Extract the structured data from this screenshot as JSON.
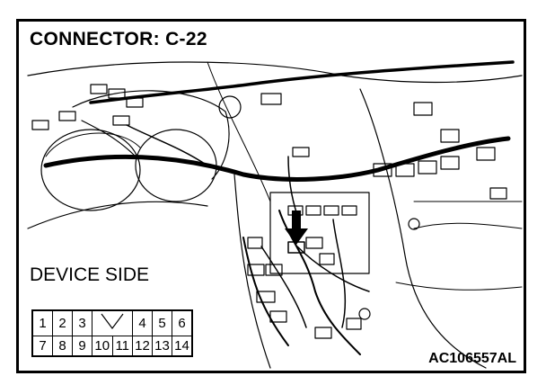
{
  "title": "CONNECTOR: C-22",
  "side_label": "DEVICE SIDE",
  "figure_code": "AC106557AL",
  "connector_pins": {
    "row1": [
      "1",
      "2",
      "3",
      "",
      "",
      "4",
      "5",
      "6"
    ],
    "row2": [
      "7",
      "8",
      "9",
      "10",
      "11",
      "12",
      "13",
      "14"
    ]
  }
}
